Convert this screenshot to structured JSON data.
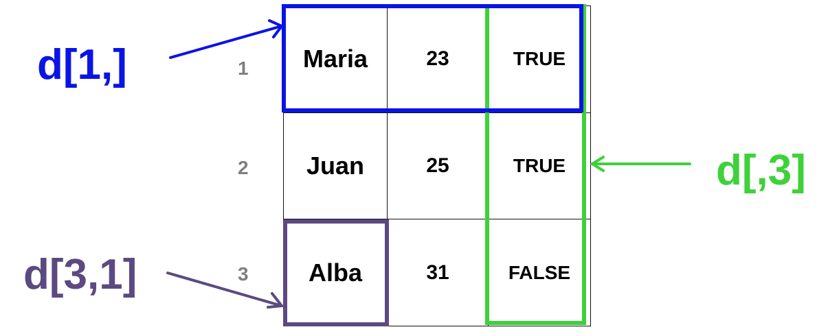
{
  "colors": {
    "row_highlight": "#0a14e6",
    "column_highlight": "#3ed13a",
    "cell_highlight": "#5b4a82",
    "row_index": "#7f7f7f",
    "cell_text": "#000000",
    "grid_line": "#111111"
  },
  "table": {
    "row_indices": [
      "1",
      "2",
      "3"
    ],
    "rows": [
      [
        "Maria",
        "23",
        "TRUE"
      ],
      [
        "Juan",
        "25",
        "TRUE"
      ],
      [
        "Alba",
        "31",
        "FALSE"
      ]
    ]
  },
  "labels": {
    "row_selection": "d[1,]",
    "column_selection": "d[,3]",
    "cell_selection": "d[3,1]"
  }
}
